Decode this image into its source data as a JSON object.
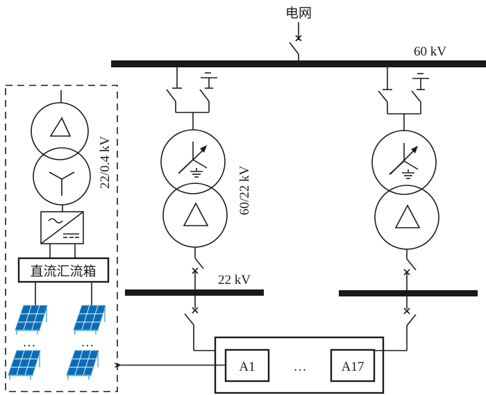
{
  "grid": {
    "label": "电网"
  },
  "buses": {
    "hv": {
      "label": "60 kV"
    },
    "mv_left": {
      "label": "22 kV"
    },
    "mv_right": {
      "label": ""
    }
  },
  "transformers": {
    "main_left": {
      "rating": "60/22 kV",
      "primary": "star-grounded-with-tap",
      "secondary": "delta"
    },
    "main_right": {
      "rating": "",
      "primary": "star-grounded-with-tap",
      "secondary": "delta"
    },
    "pv_step_up": {
      "rating": "22/0.4 kV",
      "primary": "delta",
      "secondary": "star"
    }
  },
  "pv_station": {
    "inverter": {
      "ac_symbol": "~",
      "dc_symbol": "==="
    },
    "combiner_box": {
      "label": "直流汇流箱"
    },
    "panel_rows_ellipsis": "…",
    "panel_color": "#0a6db5"
  },
  "feeder_group": {
    "first": "A1",
    "ellipsis": "…",
    "last": "A17"
  }
}
